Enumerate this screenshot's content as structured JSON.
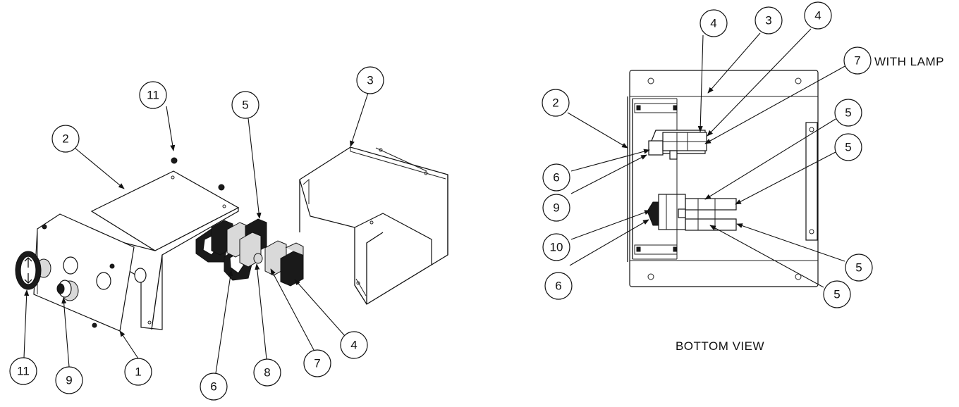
{
  "balloons": {
    "b01": "11",
    "b02": "2",
    "b03": "5",
    "b04": "3",
    "b05": "11",
    "b06": "9",
    "b07": "1",
    "b08": "6",
    "b09": "8",
    "b10": "7",
    "b11": "4",
    "b12": "4",
    "b13": "3",
    "b14": "4",
    "b15": "7",
    "b16": "2",
    "b17": "5",
    "b18": "5",
    "b19": "6",
    "b20": "9",
    "b21": "10",
    "b22": "6",
    "b23": "5",
    "b24": "5"
  },
  "labels": {
    "with_lamp": "WITH LAMP",
    "bottom_view": "BOTTOM VIEW"
  }
}
